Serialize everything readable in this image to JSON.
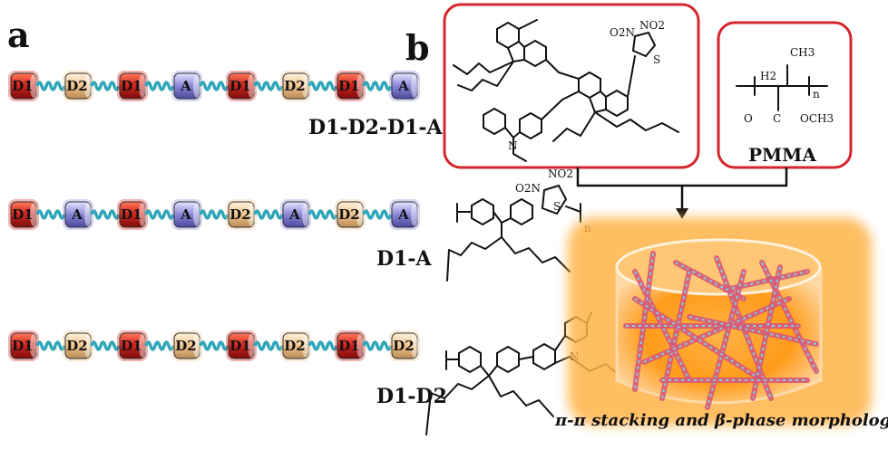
{
  "panel_a": {
    "letter": "a",
    "chains": [
      {
        "label": "D1-D2-D1-A",
        "segments": [
          "D1",
          "D2",
          "D1",
          "A",
          "D1",
          "D2",
          "D1",
          "A"
        ]
      },
      {
        "label": "D1-A",
        "segments": [
          "D1",
          "A",
          "D1",
          "A",
          "D2",
          "A",
          "D2",
          "A"
        ]
      },
      {
        "label": "D1-D2",
        "segments": [
          "D1",
          "D2",
          "D1",
          "D2",
          "D1",
          "D2",
          "D1",
          "D2"
        ]
      }
    ]
  },
  "panel_b": {
    "letter": "b",
    "pmma_label": "PMMA",
    "atoms": {
      "no2": "NO2",
      "o2n": "O2N",
      "n": "N",
      "s": "S",
      "ch3": "CH3",
      "h2": "H2",
      "c": "C",
      "o": "O",
      "och3": "OCH3",
      "sub_n": "n"
    },
    "caption": "π-π stacking and β-phase morphology"
  },
  "colors": {
    "D1": "#d4261f",
    "D2": "#f0c48e",
    "A": "#8a86d8",
    "linker": "#2fa7b9",
    "box_border": "#d4262c",
    "glow": "#ff9b1a"
  }
}
